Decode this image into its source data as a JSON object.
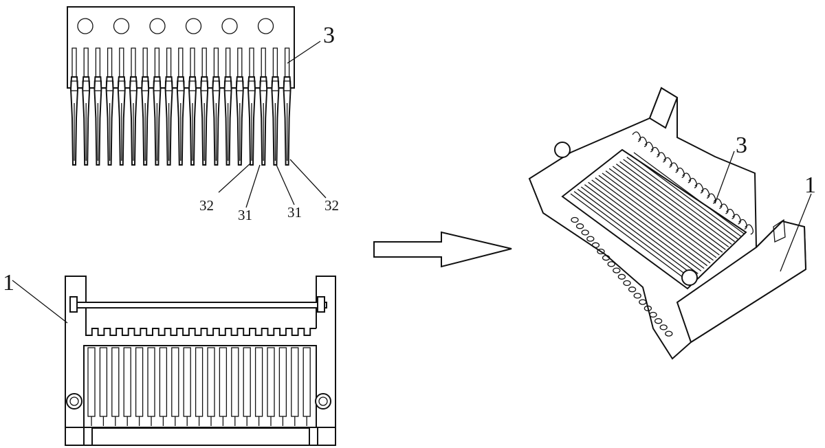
{
  "figure": {
    "labels": {
      "terminal_strip_top": "3",
      "pin_outer_left": "32",
      "pin_inner_left": "31",
      "pin_inner_right": "31",
      "pin_outer_right": "32",
      "housing_front": "1",
      "assembled_terminals": "3",
      "assembled_housing": "1"
    },
    "carrier_hole_count": 6,
    "terminal_count": 19,
    "housing_slot_count": 19,
    "arrow": "right-arrow"
  }
}
